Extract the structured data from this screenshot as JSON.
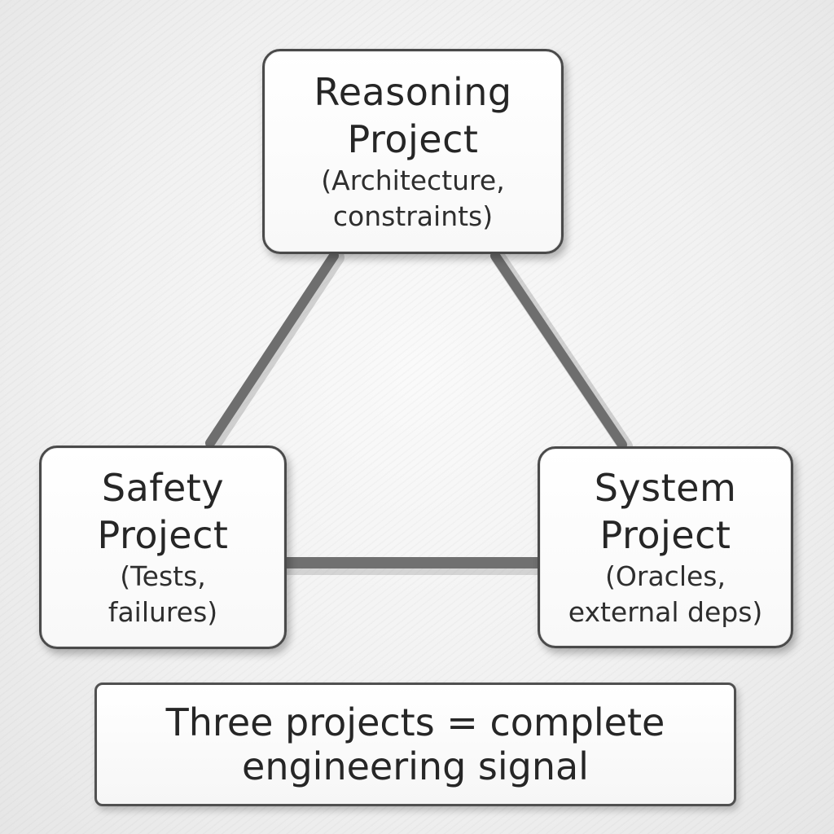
{
  "nodes": {
    "reasoning": {
      "title_line1": "Reasoning",
      "title_line2": "Project",
      "sub_line1": "(Architecture,",
      "sub_line2": "constraints)"
    },
    "safety": {
      "title_line1": "Safety",
      "title_line2": "Project",
      "sub_line1": "(Tests,",
      "sub_line2": "failures)"
    },
    "system": {
      "title_line1": "System",
      "title_line2": "Project",
      "sub_line1": "(Oracles,",
      "sub_line2": "external deps)"
    }
  },
  "summary": {
    "line1": "Three projects = complete",
    "line2": "engineering signal"
  },
  "colors": {
    "stroke": "#4a4a4a",
    "connector": "#707070",
    "text": "#262626"
  }
}
